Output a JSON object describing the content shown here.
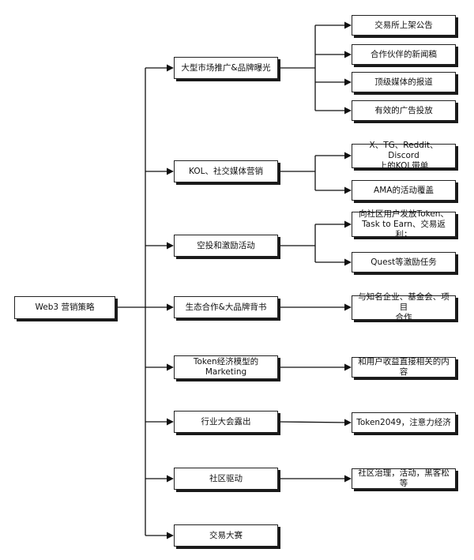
{
  "root": {
    "label": "Web3 营销策略"
  },
  "strategies": [
    {
      "label": "大型市场推广&品牌曝光",
      "items": [
        {
          "lines": [
            "交易所上架公告"
          ]
        },
        {
          "lines": [
            "合作伙伴的新闻稿"
          ]
        },
        {
          "lines": [
            "顶级媒体的报道"
          ]
        },
        {
          "lines": [
            "有效的广告投放"
          ]
        }
      ]
    },
    {
      "label": "KOL、社交媒体营销",
      "items": [
        {
          "lines": [
            "X、TG、Reddit、Discord",
            "上的KOL带单"
          ]
        },
        {
          "lines": [
            "AMA的活动覆盖"
          ]
        }
      ]
    },
    {
      "label": "空投和激励活动",
      "items": [
        {
          "lines": [
            "向社区用户发放Token、",
            "Task to Earn、交易返利；"
          ]
        },
        {
          "lines": [
            "Quest等激励任务"
          ]
        }
      ]
    },
    {
      "label": "生态合作&大品牌背书",
      "items": [
        {
          "lines": [
            "与知名企业、基金会、项目",
            "合作"
          ]
        }
      ]
    },
    {
      "label": "Token经济模型的 Marketing",
      "label_lines": [
        "Token经济模型的",
        "Marketing"
      ],
      "items": [
        {
          "lines": [
            "和用户收益直接相关的内容"
          ]
        }
      ]
    },
    {
      "label": "行业大会露出",
      "items": [
        {
          "lines": [
            "Token2049，注意力经济"
          ]
        }
      ]
    },
    {
      "label": "社区驱动",
      "items": [
        {
          "lines": [
            "社区治理，活动，黑客松等"
          ]
        }
      ]
    },
    {
      "label": "交易大赛",
      "items": []
    }
  ]
}
